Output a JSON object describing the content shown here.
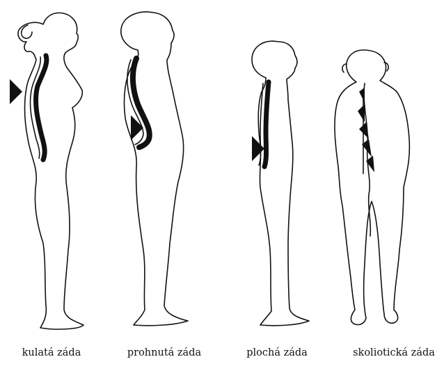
{
  "captions": {
    "kulata": "kulatá záda",
    "prohnuta": "prohnutá záda",
    "plocha": "plochá záda",
    "skolioticka": "skoliotická záda"
  },
  "colors": {
    "line": "#111111",
    "background": "#ffffff"
  }
}
